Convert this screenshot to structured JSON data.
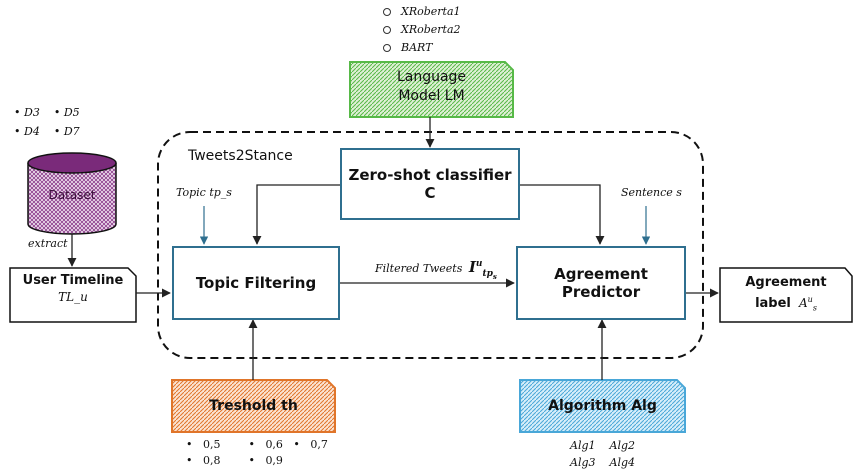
{
  "language_model": {
    "options": [
      "XRoberta1",
      "XRoberta2",
      "BART"
    ],
    "label_line1": "Language",
    "label_line2": "Model LM",
    "color": "#57b947"
  },
  "dataset": {
    "items": [
      "D3",
      "D5",
      "D4",
      "D7"
    ],
    "label": "Dataset",
    "color": "#7a2a7a"
  },
  "extract_label": "extract",
  "user_timeline": {
    "label": "User Timeline",
    "sub": "TL_u"
  },
  "group_title": "Tweets2Stance",
  "topic_label": "Topic tp_s",
  "sentence_label": "Sentence s",
  "zero_shot": {
    "line1": "Zero-shot classifier",
    "line2": "C"
  },
  "topic_filtering": {
    "label": "Topic Filtering"
  },
  "filtered_tweets_label": "Filtered Tweets",
  "agreement_predictor": {
    "line1": "Agreement",
    "line2": "Predictor"
  },
  "agreement_label": {
    "line1": "Agreement",
    "line2": "label"
  },
  "threshold": {
    "label": "Treshold th",
    "values": [
      "0,5",
      "0,6",
      "0,7",
      "0,8",
      "0,9"
    ],
    "color": "#e0752a"
  },
  "algorithm": {
    "label": "Algorithm Alg",
    "values": [
      "Alg1",
      "Alg2",
      "Alg3",
      "Alg4"
    ],
    "color": "#49a7d8"
  },
  "colors": {
    "box_border": "#2f6f8f",
    "arrow": "#222222"
  }
}
